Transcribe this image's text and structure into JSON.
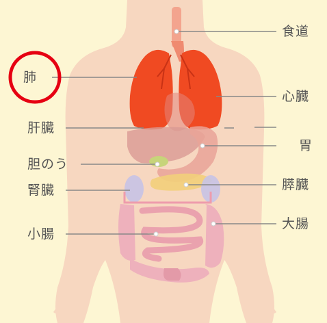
{
  "labels": {
    "esophagus": "食道",
    "lung": "肺",
    "heart": "心臓",
    "liver": "肝臓",
    "stomach": "胃",
    "gallbladder": "胆のう",
    "kidney": "腎臓",
    "pancreas": "膵臓",
    "small_intestine": "小腸",
    "large_intestine": "大腸"
  },
  "highlight": {
    "target": "lung",
    "color": "#e60012"
  },
  "colors": {
    "background": "#fdf6d3",
    "body": "#f7d7c0",
    "lung": "#f04a22",
    "organ_faded": "#e8a99b",
    "intestine": "#eeb1bc",
    "pancreas": "#f2cf7a",
    "kidney": "#c7c3e6",
    "gallbladder": "#c7d47a",
    "leader_line": "#888888"
  }
}
